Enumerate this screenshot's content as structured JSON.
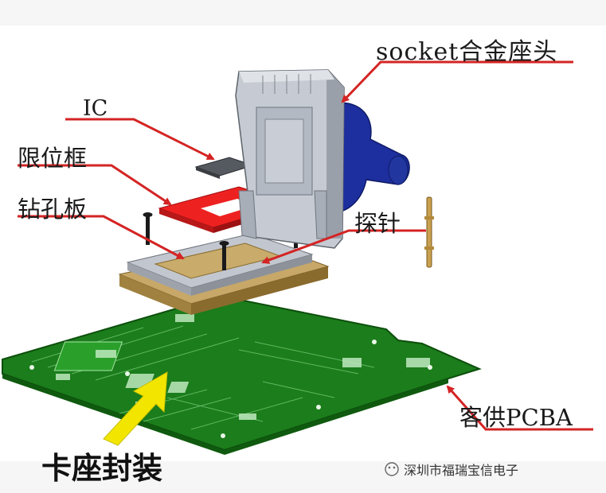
{
  "labels": {
    "socket": "socket合金座头",
    "ic": "IC",
    "limit_frame": "限位框",
    "drill_plate": "钻孔板",
    "probe": "探针",
    "customer_pcba": "客供PCBA",
    "main_caption": "卡座封装"
  },
  "watermark": {
    "text": "深圳市福瑞宝信电子"
  },
  "colors": {
    "arrow_red": "#d42424",
    "big_arrow_yellow": "#f2e600",
    "pcb_green": "#1f8a1f",
    "limit_frame_red": "#ee2020",
    "drill_plate_tan": "#b89a55",
    "socket_gray": "#b8bec8",
    "socket_navy": "#1c2f9a"
  }
}
